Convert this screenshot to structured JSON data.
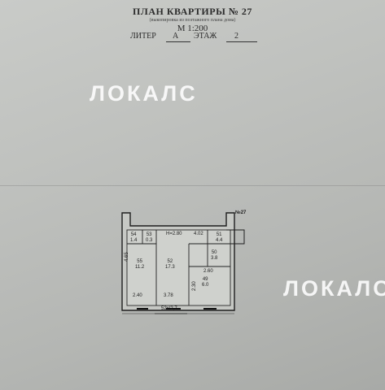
{
  "header": {
    "title": "ПЛАН КВАРТИРЫ № 27",
    "subtitle": "(выкопировка из поэтажного плана дома)",
    "scale": "М 1:200",
    "liter_label": "ЛИТЕР",
    "liter_value": "А",
    "floor_label": "ЭТАЖ",
    "floor_value": "2"
  },
  "watermark": {
    "text": "ЛОКАЛС"
  },
  "plan": {
    "apartment_tag": "№27",
    "height_note": "Н=2.80",
    "dim_top": "4.02",
    "dim_left": "4.65",
    "dim_bottom_left": "2.40",
    "dim_bottom_mid": "3.78",
    "dim_bath": "2.30",
    "dim_hall": "2.60",
    "dim_bottom_tag": "52х/2,7",
    "rooms": [
      {
        "num": "54",
        "area": "1.4"
      },
      {
        "num": "53",
        "area": "0.3"
      },
      {
        "num": "51",
        "area": "4.4"
      },
      {
        "num": "50",
        "area": "3.8"
      },
      {
        "num": "55",
        "area": "11.2"
      },
      {
        "num": "52",
        "area": "17.3"
      },
      {
        "num": "49",
        "area": "6.0"
      }
    ]
  }
}
